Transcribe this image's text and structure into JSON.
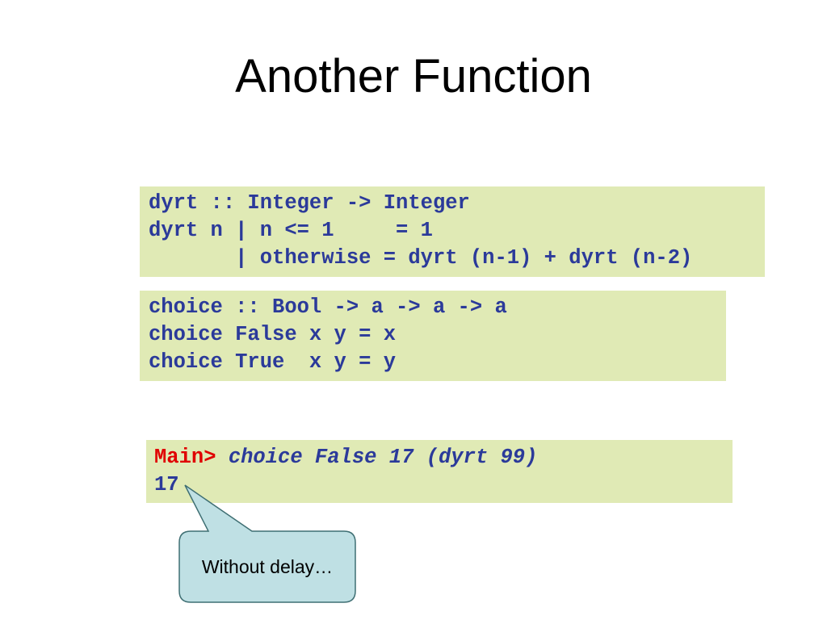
{
  "slide": {
    "title": "Another Function"
  },
  "code_block_1": {
    "lines": [
      "dyrt :: Integer -> Integer",
      "dyrt n | n <= 1     = 1",
      "       | otherwise = dyrt (n-1) + dyrt (n-2)"
    ]
  },
  "code_block_2": {
    "lines": [
      "choice :: Bool -> a -> a -> a",
      "choice False x y = x",
      "choice True  x y = y"
    ]
  },
  "repl": {
    "prompt": "Main>",
    "command": " choice False 17 (dyrt 99)",
    "output": "17"
  },
  "callout": {
    "text": "Without delay…"
  },
  "colors": {
    "code_background": "#e0eab5",
    "code_text": "#2b3a9a",
    "prompt": "#e00000",
    "callout_fill": "#bfe0e4"
  }
}
